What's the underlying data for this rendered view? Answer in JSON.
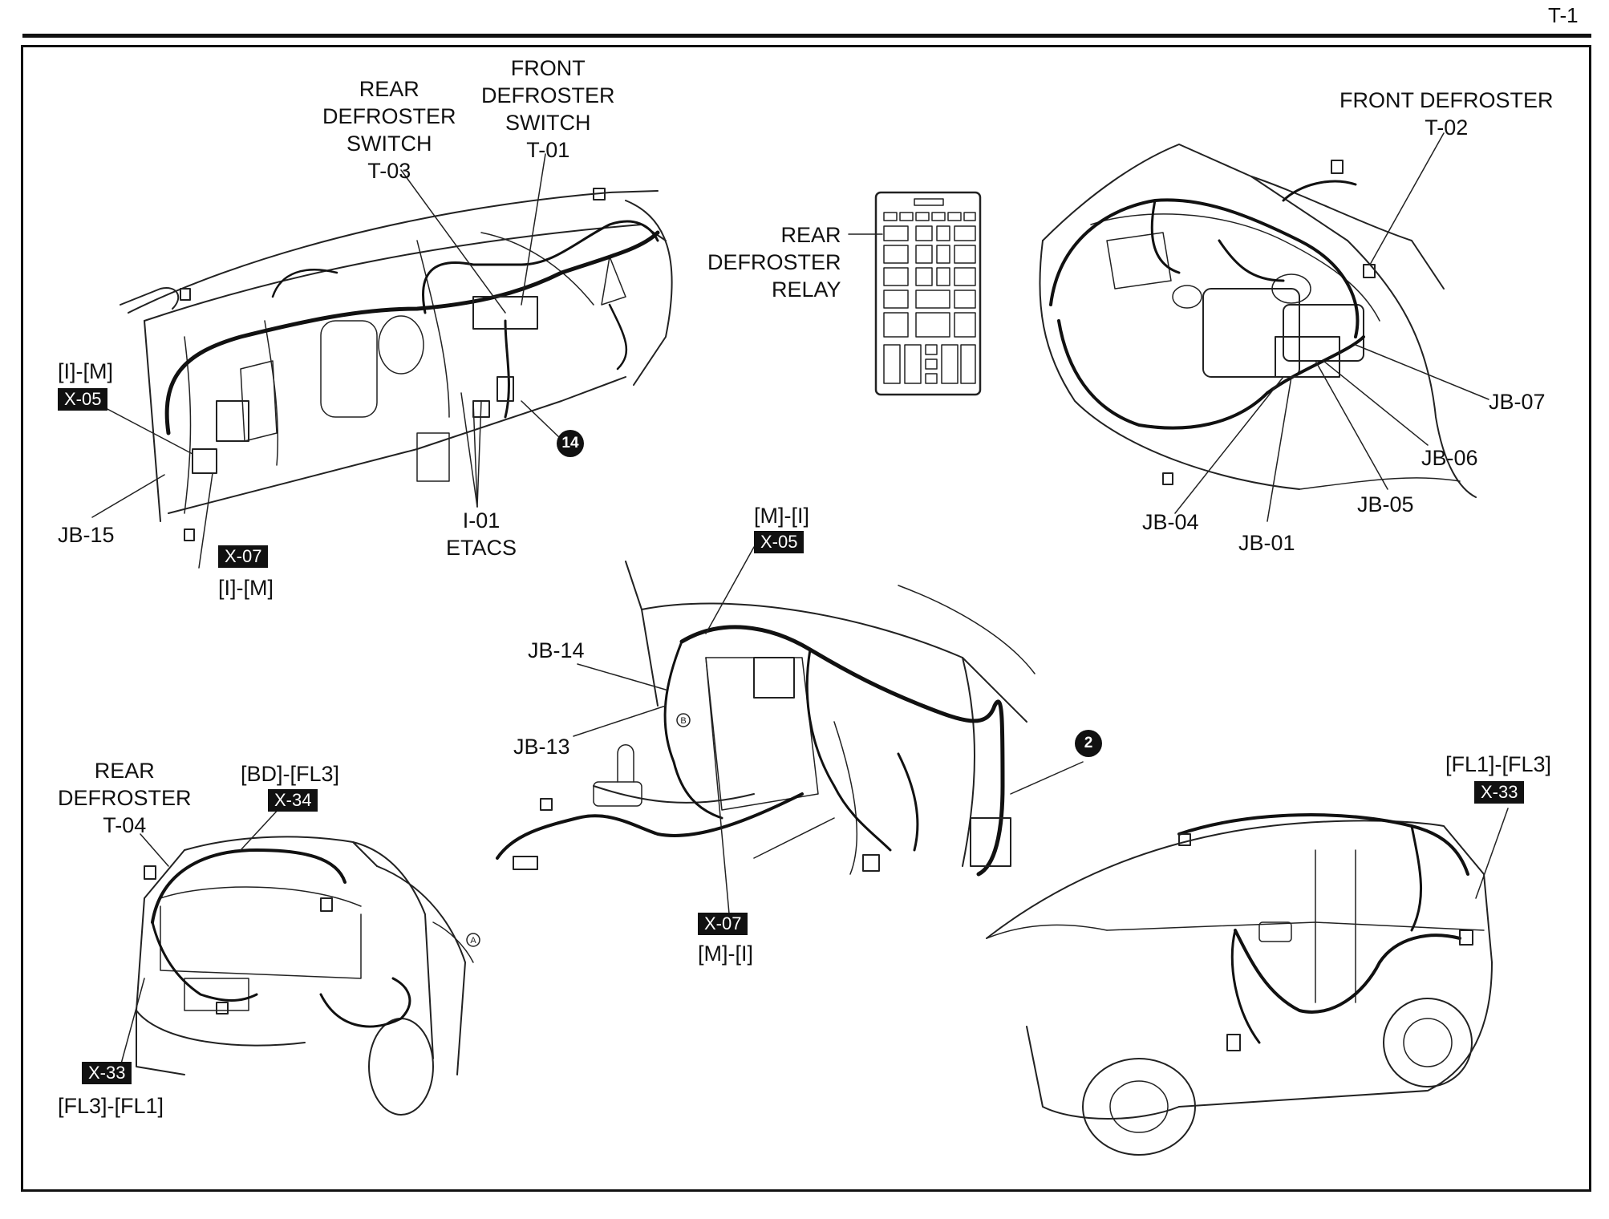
{
  "page_number": "T-1",
  "labels": {
    "rear_defroster_switch": [
      "REAR",
      "DEFROSTER",
      "SWITCH",
      "T-03"
    ],
    "front_defroster_switch": [
      "FRONT",
      "DEFROSTER",
      "SWITCH",
      "T-01"
    ],
    "rear_defroster_relay": [
      "REAR",
      "DEFROSTER",
      "RELAY"
    ],
    "front_defroster": [
      "FRONT DEFROSTER",
      "T-02"
    ],
    "im_top": "[I]-[M]",
    "jb15": "JB-15",
    "im_bottom": "[I]-[M]",
    "etacs": [
      "I-01",
      "ETACS"
    ],
    "jb07": "JB-07",
    "jb06": "JB-06",
    "jb05": "JB-05",
    "jb04": "JB-04",
    "jb01": "JB-01",
    "mi_top": "[M]-[I]",
    "jb14": "JB-14",
    "jb13": "JB-13",
    "mi_bottom": "[M]-[I]",
    "rear_defroster_t04": [
      "REAR",
      "DEFROSTER",
      "T-04"
    ],
    "bd_fl3": "[BD]-[FL3]",
    "fl3_fl1": "[FL3]-[FL1]",
    "fl1_fl3": "[FL1]-[FL3]"
  },
  "tags": {
    "x05_left": "X-05",
    "x07_left": "X-07",
    "x05_center": "X-05",
    "x07_center": "X-07",
    "x34": "X-34",
    "x33_left": "X-33",
    "x33_right": "X-33"
  },
  "markers": {
    "m14": "14",
    "m2": "2"
  },
  "callouts": {
    "a": "A",
    "b": "B"
  }
}
